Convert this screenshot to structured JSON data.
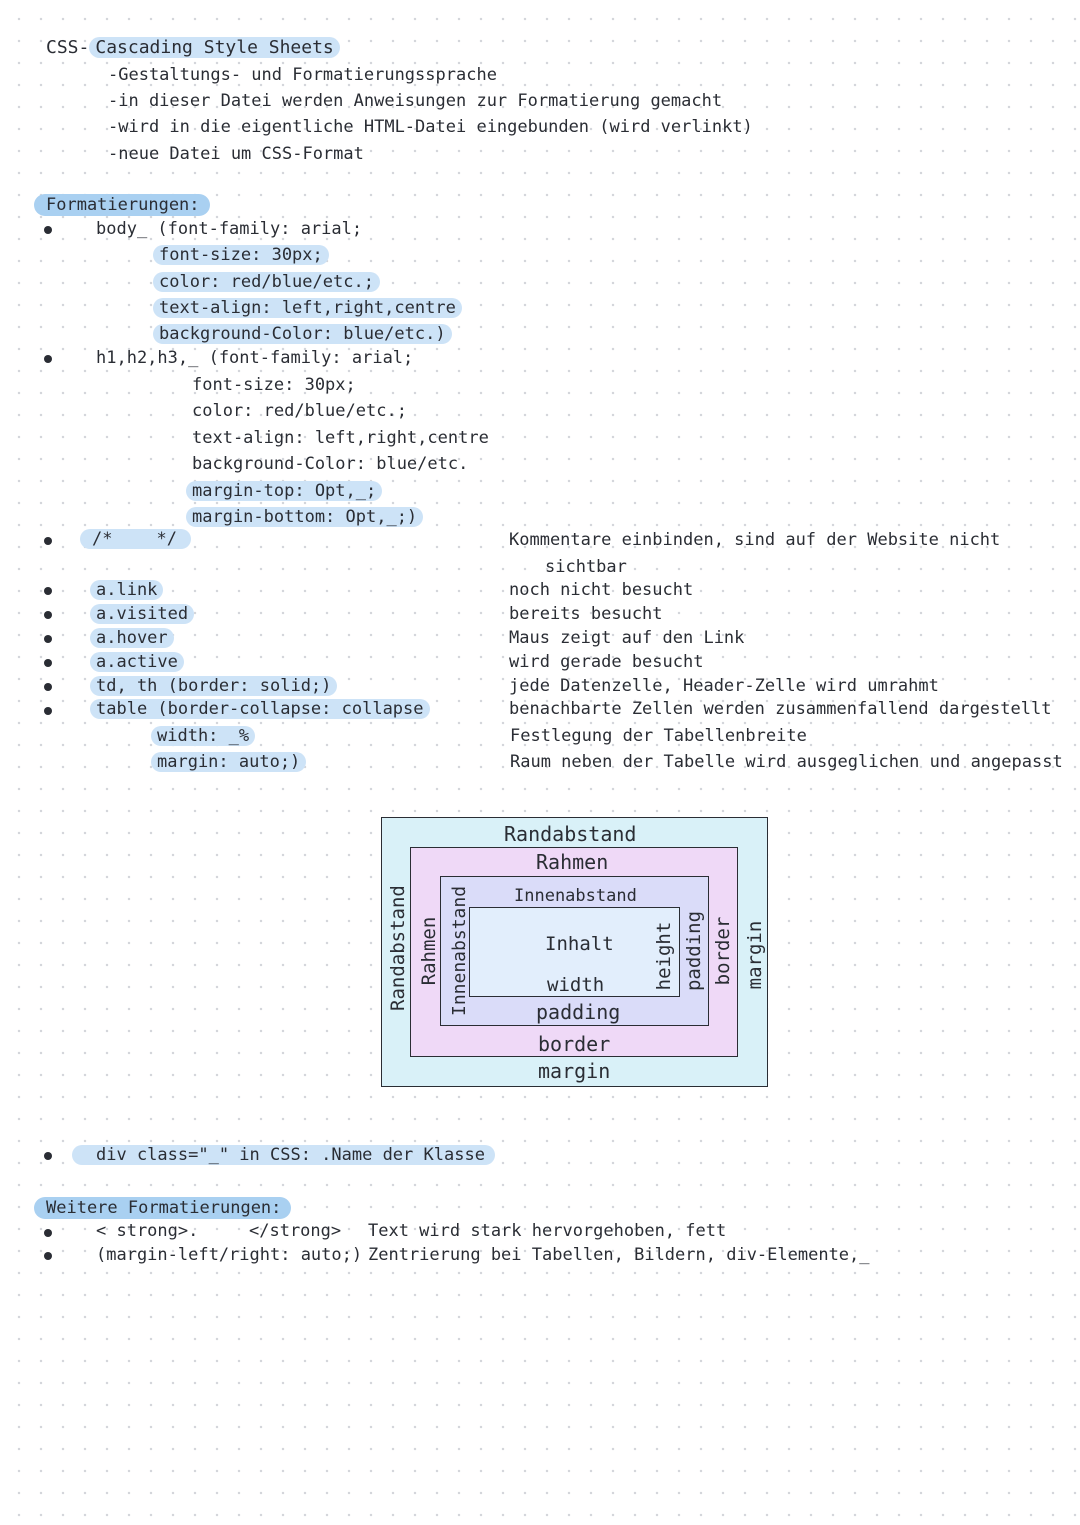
{
  "title": {
    "prefix": "CSS-",
    "name": "Cascading Style Sheets",
    "lines": [
      "-Gestaltungs- und Formatierungssprache",
      "-in dieser Datei werden Anweisungen zur Formatierung gemacht",
      "-wird in die eigentliche HTML-Datei eingebunden (wird verlinkt)",
      "-neue Datei um CSS-Format"
    ]
  },
  "formatierungen": {
    "heading": "Formatierungen:",
    "body": {
      "selector": "body_ (font-family: arial;",
      "props": [
        "font-size: 30px;",
        "color: red/blue/etc.;",
        "text-align: left,right,centre",
        "background-Color: blue/etc.)"
      ]
    },
    "headings": {
      "selector": "h1,h2,h3,_ (font-family: arial;",
      "props": [
        "font-size: 30px;",
        "color: red/blue/etc.;",
        "text-align: left,right,centre",
        "background-Color: blue/etc."
      ],
      "margin_props": [
        "margin-top: Opt,_;",
        "margin-bottom: Opt,_;)"
      ]
    },
    "comment": {
      "code_open": "/*",
      "code_close": "*/",
      "desc_1": "Kommentare einbinden, sind auf der Website nicht",
      "desc_2": "sichtbar"
    },
    "rows": [
      {
        "code": "a.link",
        "desc": "noch nicht besucht"
      },
      {
        "code": "a.visited",
        "desc": "bereits besucht"
      },
      {
        "code": "a.hover",
        "desc": "Maus zeigt auf den Link"
      },
      {
        "code": "a.active",
        "desc": "wird gerade besucht"
      },
      {
        "code": "td, th (border: solid;)",
        "desc": "jede Datenzelle, Header-Zelle wird umrahmt"
      },
      {
        "code": "table (border-collapse: collapse",
        "desc": "benachbarte Zellen werden zusammenfallend dargestellt"
      }
    ],
    "table_extra": [
      {
        "code": "width: _%",
        "desc": "Festlegung der Tabellenbreite"
      },
      {
        "code": "margin: auto;)",
        "desc": "Raum neben der Tabelle wird ausgeglichen und angepasst"
      }
    ]
  },
  "box_model": {
    "randabstand_top": "Randabstand",
    "rahmen_top": "Rahmen",
    "innenabstand_top": "Innenabstand",
    "inhalt": "Inhalt",
    "width": "width",
    "padding_bottom": "padding",
    "border_bottom": "border",
    "margin_bottom": "margin",
    "randabstand_left": "Randabstand",
    "rahmen_left": "Rahmen",
    "innenabstand_left": "Innenabstand",
    "height_right": "height",
    "padding_right": "padding",
    "border_right": "border",
    "margin_right": "margin",
    "colors": {
      "margin": "#d9f1f8",
      "border": "#efd9f7",
      "padding": "#dadcf9",
      "content": "#e2eefc",
      "stroke": "#2a2d34"
    }
  },
  "div_class": "div class=\"_\" in CSS: .Name der Klasse",
  "weitere": {
    "heading": "Weitere Formatierungen:",
    "items": [
      {
        "code_open": "< strong>.",
        "code_close": "</strong>",
        "desc": "Text wird stark hervorgehoben, fett"
      },
      {
        "code": "(margin-left/right: auto;)",
        "desc": "Zentrierung bei Tabellen, Bildern, div-Elemente,_"
      }
    ]
  }
}
